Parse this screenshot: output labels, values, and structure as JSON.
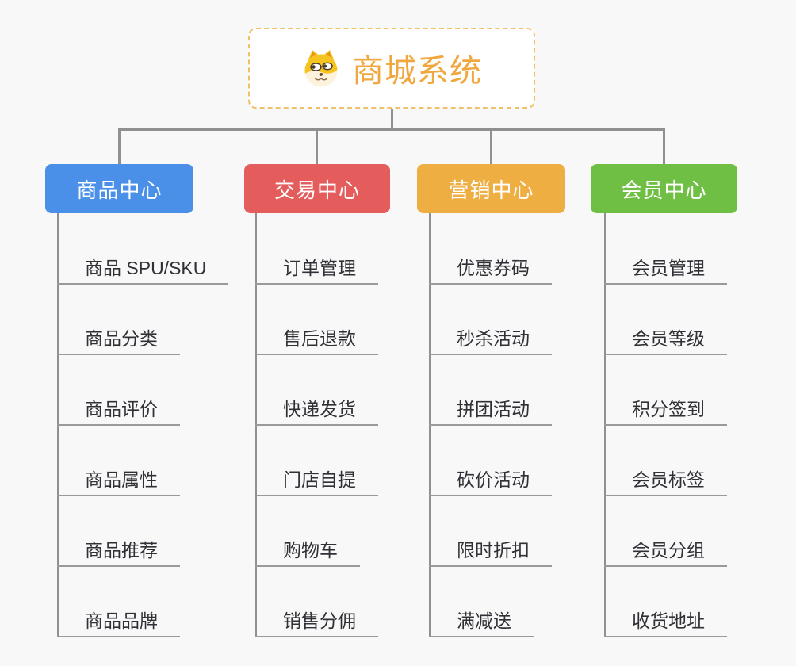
{
  "page": {
    "background_color": "#f8f8f8",
    "connector_color": "#909090"
  },
  "root": {
    "title": "商城系统",
    "icon": "dog-face-icon",
    "text_color": "#f0a73e",
    "border_color": "#f3c06a"
  },
  "branches": [
    {
      "label": "商品中心",
      "color": "#4a90e8",
      "children": [
        "商品 SPU/SKU",
        "商品分类",
        "商品评价",
        "商品属性",
        "商品推荐",
        "商品品牌"
      ]
    },
    {
      "label": "交易中心",
      "color": "#e45c5c",
      "children": [
        "订单管理",
        "售后退款",
        "快递发货",
        "门店自提",
        "购物车",
        "销售分佣"
      ]
    },
    {
      "label": "营销中心",
      "color": "#efae42",
      "children": [
        "优惠券码",
        "秒杀活动",
        "拼团活动",
        "砍价活动",
        "限时折扣",
        "满减送"
      ]
    },
    {
      "label": "会员中心",
      "color": "#6fbf44",
      "children": [
        "会员管理",
        "会员等级",
        "积分签到",
        "会员标签",
        "会员分组",
        "收货地址"
      ]
    }
  ]
}
